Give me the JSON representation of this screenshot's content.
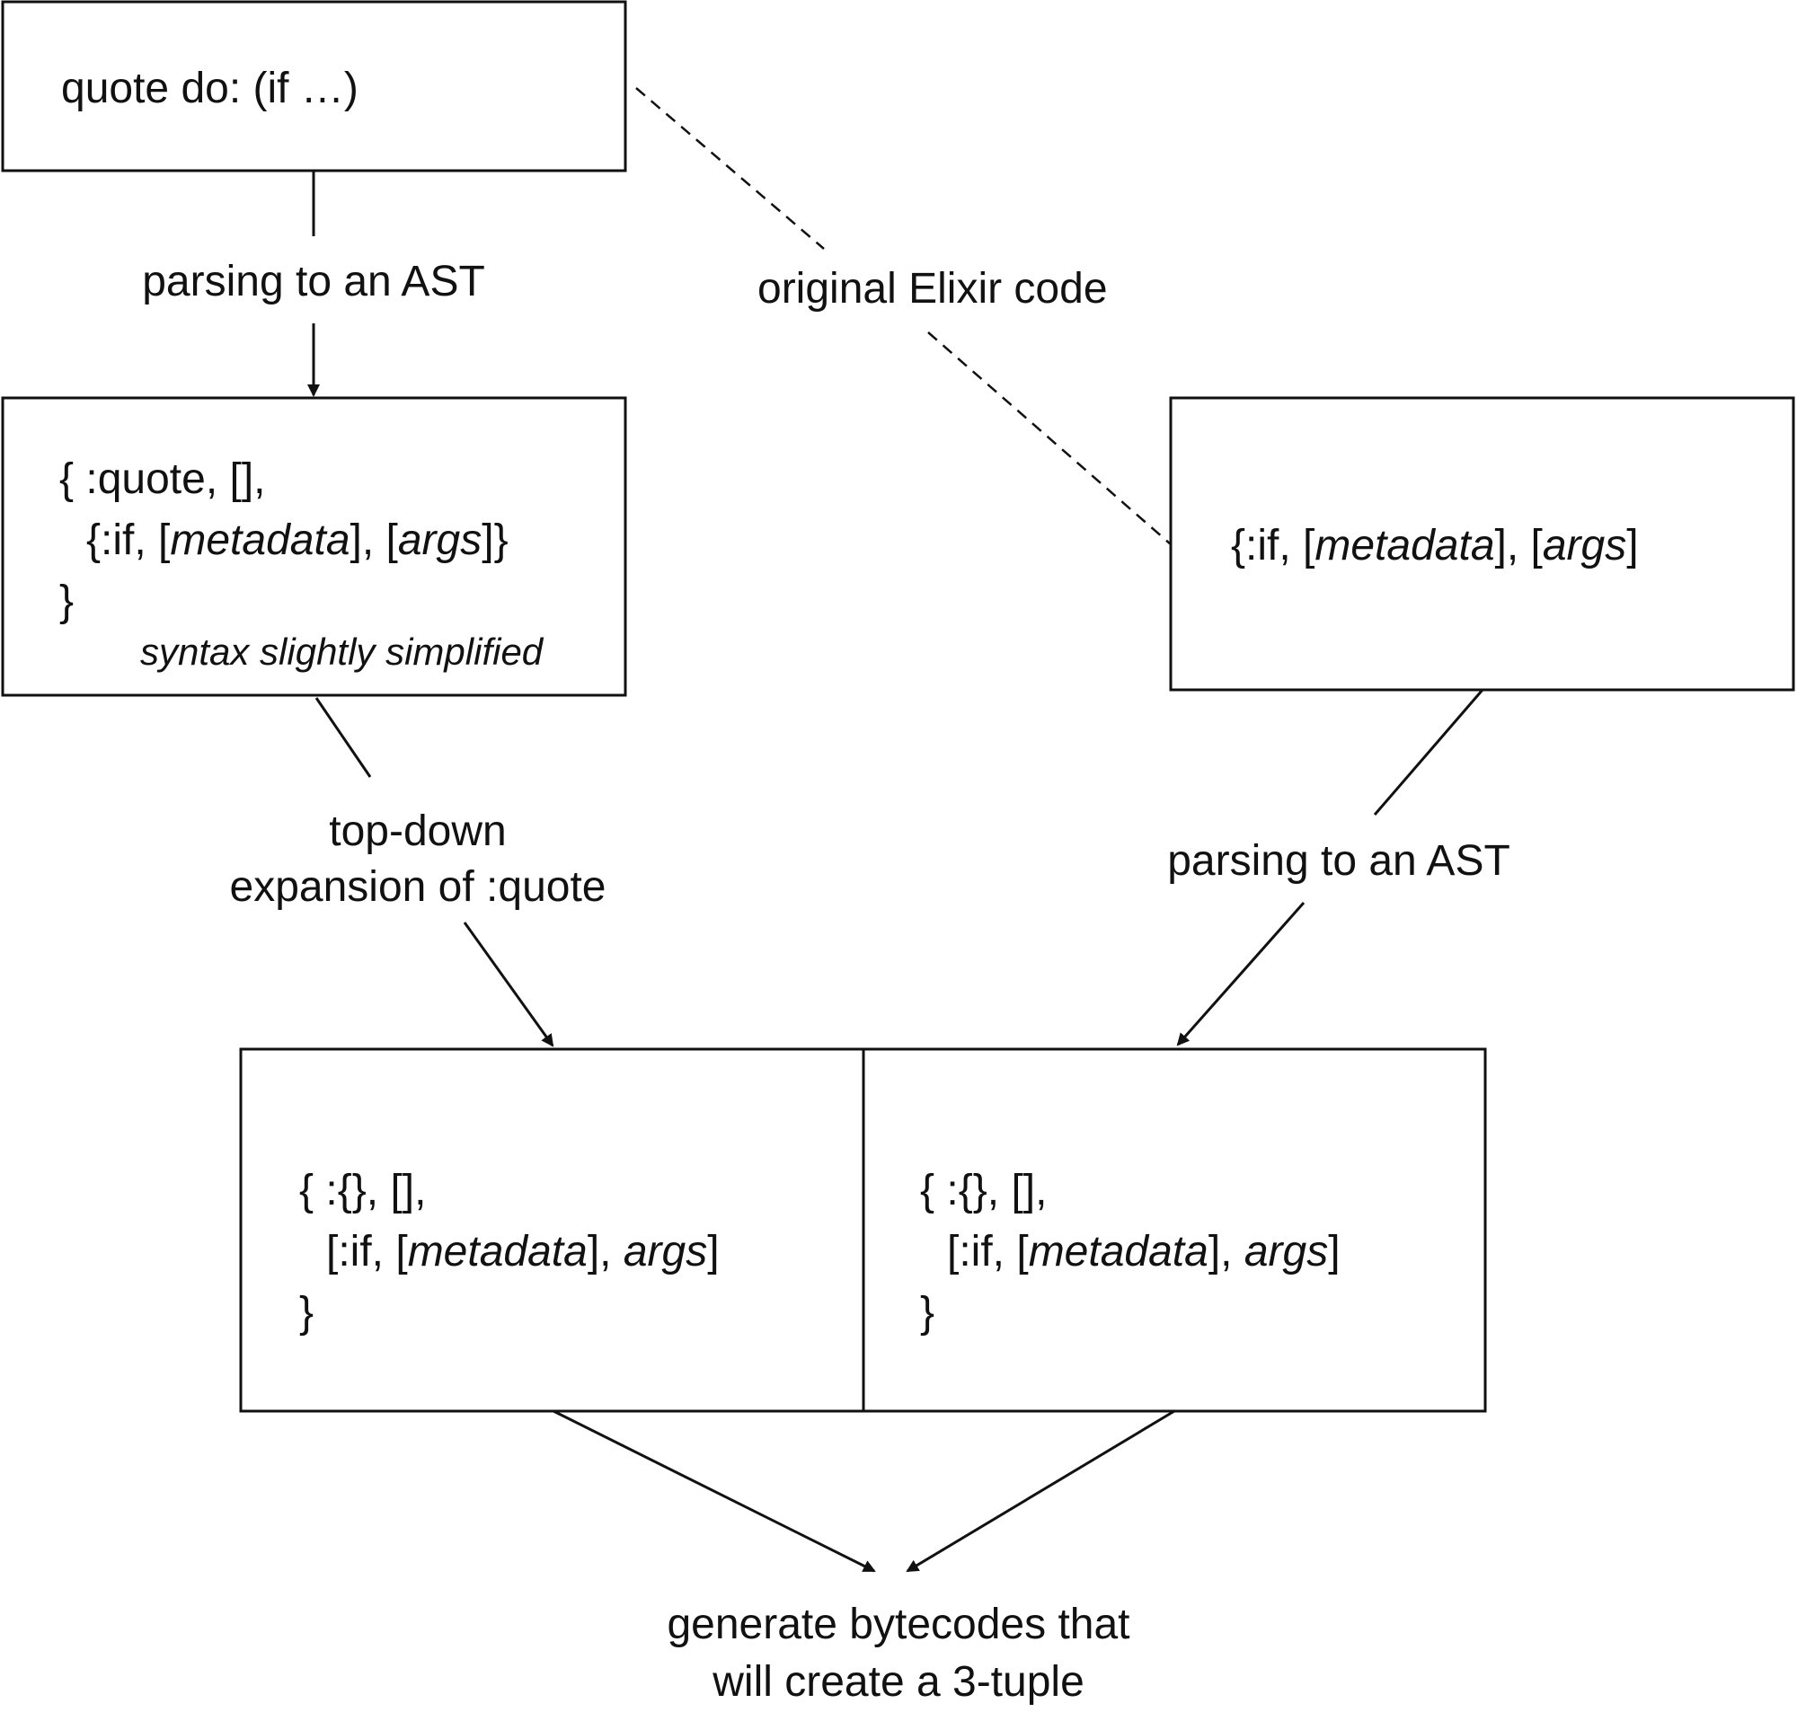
{
  "boxes": {
    "source": {
      "text": "quote do: (if …)"
    },
    "quoted_ast": {
      "line1": "{ :quote, [],",
      "line2_prefix": "{:if, [",
      "line2_meta": "metadata",
      "line2_mid": "], [",
      "line2_args": "args",
      "line2_suffix": "]}",
      "line3": "}",
      "note": "syntax slightly simplified"
    },
    "if_ast": {
      "prefix": "{:if, [",
      "meta": "metadata",
      "mid": "], [",
      "args": "args",
      "suffix": "]"
    },
    "result_left": {
      "line1": "{ :{}, [],",
      "line2_prefix": "[:if, [",
      "line2_meta": "metadata",
      "line2_mid": "], ",
      "line2_args": "args",
      "line2_suffix": "]",
      "line3": "}"
    },
    "result_right": {
      "line1": "{ :{}, [],",
      "line2_prefix": "[:if, [",
      "line2_meta": "metadata",
      "line2_mid": "], ",
      "line2_args": "args",
      "line2_suffix": "]",
      "line3": "}"
    }
  },
  "labels": {
    "parse_left": "parsing to an AST",
    "original": "original Elixir code",
    "expansion_line1": "top-down",
    "expansion_line2": "expansion of :quote",
    "parse_right": "parsing to an AST",
    "generate_line1": "generate bytecodes that",
    "generate_line2": "will create a 3-tuple"
  }
}
